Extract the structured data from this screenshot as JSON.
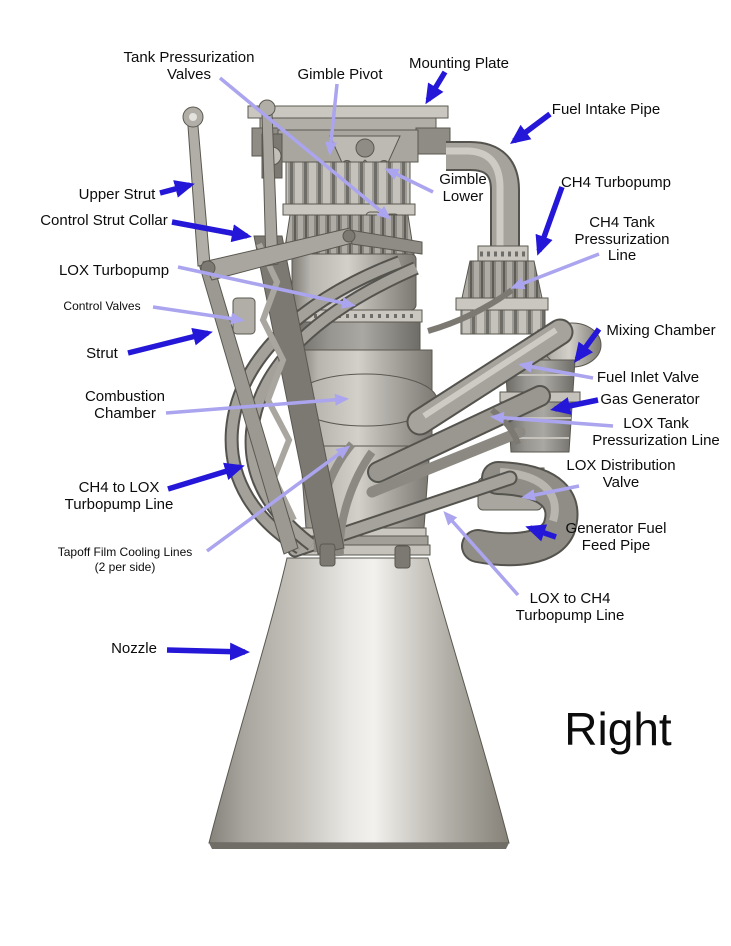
{
  "colors": {
    "background": "#ffffff",
    "text": "#0c0c0c",
    "arrow_blue": "#2517d8",
    "leader_lavender": "#aba4ee",
    "metal_light": "#cfcdc6",
    "metal_mid": "#a8a69f",
    "metal_dark": "#77756f"
  },
  "view_label": "Right",
  "labels": {
    "tank_pressurization_valves": "Tank Pressurization\nValves",
    "gimble_pivot": "Gimble Pivot",
    "mounting_plate": "Mounting Plate",
    "fuel_intake_pipe": "Fuel Intake Pipe",
    "gimble_lower": "Gimble\nLower",
    "ch4_turbopump": "CH4 Turbopump",
    "ch4_tank_pressurization_line": "CH4 Tank\nPressurization\nLine",
    "upper_strut": "Upper Strut",
    "control_strut_collar": "Control Strut Collar",
    "lox_turbopump": "LOX Turbopump",
    "control_valves": "Control Valves",
    "strut": "Strut",
    "mixing_chamber": "Mixing Chamber",
    "combustion_chamber": "Combustion\nChamber",
    "fuel_inlet_valve": "Fuel Inlet Valve",
    "gas_generator": "Gas Generator",
    "lox_tank_pressurization_line": "LOX Tank\nPressurization Line",
    "lox_distribution_valve": "LOX Distribution\nValve",
    "ch4_to_lox_turbopump_line": "CH4 to LOX\nTurbopump Line",
    "generator_fuel_feed_pipe": "Generator Fuel\nFeed Pipe",
    "tapoff_film_cooling_lines": "Tapoff Film Cooling Lines\n(2 per side)",
    "lox_to_ch4_turbopump_line": "LOX to CH4\nTurbopump Line",
    "nozzle": "Nozzle"
  }
}
